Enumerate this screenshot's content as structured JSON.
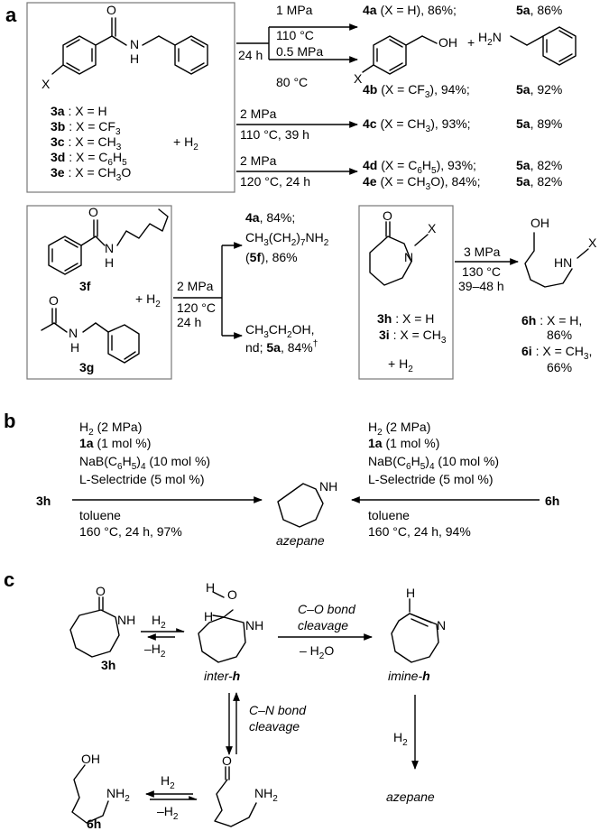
{
  "panels": {
    "a": "a",
    "b": "b",
    "c": "c"
  },
  "row1": {
    "pressure1": "1 MPa",
    "temp1": "110 °C",
    "time": "24 h",
    "pressure2": "0.5 MPa",
    "temp2": "80 °C",
    "prod_4a": "4a",
    "prod_4a_detail": " (X = H), 86%;",
    "prod_5a_1": "5a",
    "prod_5a_1_yield": ", 86%",
    "OH": "OH",
    "H2N": "H",
    "H2N_sub": "2",
    "H2N_N": "N",
    "plus": "+",
    "X": "X",
    "prod_4b": "4b",
    "prod_4b_detail": " (X = CF",
    "prod_4b_tail": "), 94%;",
    "prod_5a_2": "5a",
    "prod_5a_2_yield": ", 92%"
  },
  "amide": {
    "NH_H": "H",
    "NH_N": "N",
    "O": "O"
  },
  "substrates": [
    {
      "label": "3a",
      "eq": " : X = H",
      "sub": "",
      "tail": ""
    },
    {
      "label": "3b",
      "eq": " : X = CF",
      "sub": "3",
      "tail": ""
    },
    {
      "label": "3c",
      "eq": " : X = CH",
      "sub": "3",
      "tail": ""
    },
    {
      "label": "3d",
      "eq": " : X = C",
      "sub": "6",
      "mid": "H",
      "sub2": "5"
    },
    {
      "label": "3e",
      "eq": " : X = CH",
      "sub": "3",
      "tail": "O"
    }
  ],
  "plusH2": {
    "plus": "+ H",
    "sub": "2"
  },
  "row3": {
    "pressure": "2 MPa",
    "cond": "110 °C, 39 h",
    "prod": "4c",
    "detail": " (X = CH",
    "tail": "), 93%;",
    "p5": "5a",
    "y5": ", 89%"
  },
  "row4": {
    "pressure": "2 MPa",
    "cond": "120 °C, 24 h",
    "prod_d": "4d",
    "detail_d": " (X = C",
    "d_sub1": "6",
    "d_mid": "H",
    "d_sub2": "5",
    "tail_d": "), 93%;",
    "p5_d": "5a",
    "y5_d": ", 82%",
    "prod_e": "4e",
    "detail_e": " (X = CH",
    "e_sub": "3",
    "tail_e": "O), 84%;",
    "p5_e": "5a",
    "y5_e": ", 82%"
  },
  "lower": {
    "label_3f": "3f",
    "label_3g": "3g",
    "NH_f": "H",
    "N_f": "N",
    "O_f": "O",
    "NH_g": "H",
    "N_g": "N",
    "O_g": "O",
    "plusH2": "+ H",
    "plusH2_sub": "2",
    "pressure": "2 MPa",
    "temp": "120 °C",
    "time": "24 h",
    "up1_b": "4a",
    "up1": ", 84%;",
    "up2": "CH",
    "up2_s1": "3",
    "up2_m": "(CH",
    "up2_s2": "2",
    "up2_m2": ")",
    "up2_s3": "7",
    "up2_t": "NH",
    "up2_s4": "2",
    "up3_o": "(",
    "up3_b": "5f",
    "up3": "), 86%",
    "down1": "CH",
    "down1_s1": "3",
    "down1_m": "CH",
    "down1_s2": "2",
    "down1_t": "OH,",
    "down2": "nd; ",
    "down2_b": "5a",
    "down2_t": ", 84%",
    "dagger": "†",
    "lactam_O": "O",
    "lactam_N": "N",
    "lactam_X": "X",
    "label_3h": "3h",
    "eq_3h": " : X = H",
    "label_3i": "3i",
    "eq_3i": " : X = CH",
    "eq_3i_sub": "3",
    "plusH2_b": "+ H",
    "plusH2_b_sub": "2",
    "pressure_b": "3 MPa",
    "temp_b": "130 °C",
    "time_b": "39–48 h",
    "OH_6": "OH",
    "HN_6": "HN",
    "X_6": "X",
    "label_6h": "6h",
    "eq_6h": " : X = H,",
    "y_6h": "86%",
    "label_6i": "6i",
    "eq_6i": " : X = CH",
    "eq_6i_sub": "3",
    "eq_6i_t": ",",
    "y_6i": "66%"
  },
  "panelB": {
    "h2": "H",
    "h2_sub": "2",
    "h2_t": " (2 MPa)",
    "cat_b": "1a",
    "cat": " (1 mol %)",
    "cat2": " (1 mol %)",
    "salt": "NaB(C",
    "salt_s1": "6",
    "salt_m": "H",
    "salt_s2": "5",
    "salt_m2": ")",
    "salt_s3": "4",
    "salt_t": " (10 mol %)",
    "lsel": "L-Selectride (5 mol %)",
    "solvent": "toluene",
    "cond_left": "160 °C, 24 h, 97%",
    "cond_right": "160 °C, 24 h, 94%",
    "left_sm": "3h",
    "right_sm": "6h",
    "NH": "NH",
    "product": "azepane"
  },
  "panelC": {
    "O_3h": "O",
    "NH_3h": "NH",
    "label_3h": "3h",
    "h2": "H",
    "h2_sub": "2",
    "mh2": "–H",
    "mh2_sub": "2",
    "H_top": "H",
    "O_int": "O",
    "H_int": "H",
    "NH_int": "NH",
    "inter": "inter-",
    "inter_b": "h",
    "co1": "C–O bond",
    "co2": "cleavage",
    "water": "– H",
    "water_sub": "2",
    "water_t": "O",
    "H_imine": "H",
    "N_imine": "N",
    "imine": "imine-",
    "imine_b": "h",
    "cn1": "C–N bond",
    "cn2": "cleavage",
    "h2_down": "H",
    "h2_down_sub": "2",
    "azepane": "azepane",
    "OH_6h": "OH",
    "NH2_6h": "NH",
    "NH2_6h_sub": "2",
    "label_6h": "6h",
    "O_ald": "O",
    "NH2_ald": "NH",
    "NH2_ald_sub": "2",
    "h2b": "H",
    "h2b_sub": "2",
    "mh2b": "–H",
    "mh2b_sub": "2"
  }
}
